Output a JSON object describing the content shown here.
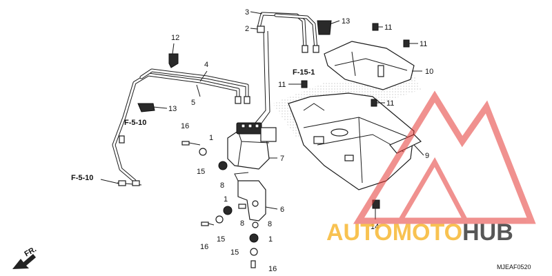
{
  "diagram": {
    "catalog_code": "MJEAF0520",
    "front_label": "FR.",
    "refs": {
      "f510_upper": "F-5-10",
      "f510_lower": "F-5-10",
      "f151": "F-15-1"
    },
    "callouts": {
      "c1a": "1",
      "c1b": "1",
      "c1c": "1",
      "c2": "2",
      "c3": "3",
      "c4": "4",
      "c5": "5",
      "c6": "6",
      "c7": "7",
      "c8a": "8",
      "c8b": "8",
      "c8c": "8",
      "c9": "9",
      "c10": "10",
      "c11a": "11",
      "c11b": "11",
      "c11c": "11",
      "c11d": "11",
      "c12": "12",
      "c13a": "13",
      "c13b": "13",
      "c14": "14",
      "c15a": "15",
      "c15b": "15",
      "c15c": "15",
      "c16a": "16",
      "c16b": "16",
      "c16c": "16"
    }
  },
  "watermark": {
    "auto": "AUTO",
    "moto": "MOTO",
    "hub": "HUB",
    "accent_color": "#f7b733",
    "triangle_color": "#e53935"
  }
}
